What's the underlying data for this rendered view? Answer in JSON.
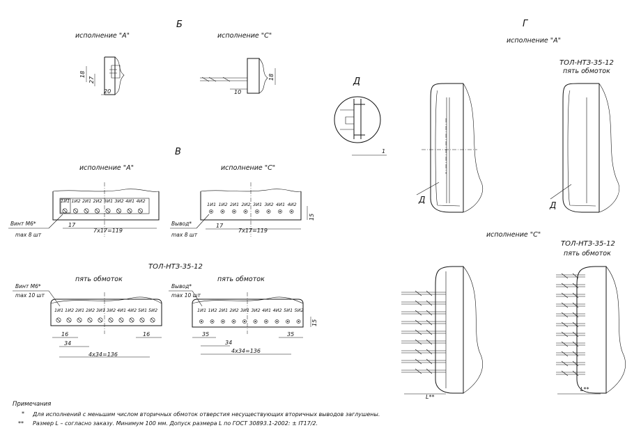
{
  "section_b": {
    "letter": "Б",
    "variant_a": "исполнение \"А\"",
    "variant_c": "исполнение \"С\"",
    "dims_a": [
      "18",
      "27",
      "20"
    ],
    "dims_c": [
      "10",
      "18"
    ]
  },
  "section_d": {
    "letter": "Д",
    "dim": "1"
  },
  "section_g": {
    "letter": "Г",
    "variant_a": "исполнение \"А\"",
    "model": "ТОЛ-НТЗ-35-12",
    "windings": "пять обмоток",
    "mark_d": "Д",
    "variant_c": "исполнение \"С\"",
    "dim_l": "L**"
  },
  "section_v": {
    "letter": "В",
    "variant_a": "исполнение \"А\"",
    "variant_c": "исполнение \"С\"",
    "screw_note": "Винт М6*",
    "qty_8": "max 8 шт",
    "lead_note": "Вывод*",
    "dim_17": "17",
    "dim_7x17": "7x17=119",
    "dim_15": "15"
  },
  "terminals_8": [
    "1И1",
    "1И2",
    "2И1",
    "2И2",
    "3И1",
    "3И2",
    "4И1",
    "4И2"
  ],
  "terminals_8b": [
    "1И1",
    "1И2",
    "2И1",
    "2И2",
    "3И1",
    "3И2",
    "4И1",
    "4И2"
  ],
  "section_five": {
    "model": "ТОЛ-НТЗ-35-12",
    "windings_a": "пять обмоток",
    "windings_c": "пять обмоток",
    "screw_note": "Винт М6*",
    "qty_10": "max 10 шт",
    "lead_note": "Вывод*",
    "dim_16": "16",
    "dim_34": "34",
    "dim_4x34": "4x34=136",
    "dim_35": "35",
    "dim_15": "15"
  },
  "terminals_10": [
    "1И1",
    "1И2",
    "2И1",
    "2И2",
    "3И1",
    "3И2",
    "4И1",
    "4И2",
    "5И1",
    "5И2"
  ],
  "notes": {
    "heading": "Примечания",
    "n1_mark": "*",
    "n1": "Для исполнений с меньшим числом вторичных обмоток отверстия несуществующих вторичных выводов заглушены.",
    "n2_mark": "**",
    "n2": "Размер L – согласно заказу. Минимум 100 мм. Допуск размера L по ГОСТ 30893.1-2002: ± IT17/2."
  }
}
